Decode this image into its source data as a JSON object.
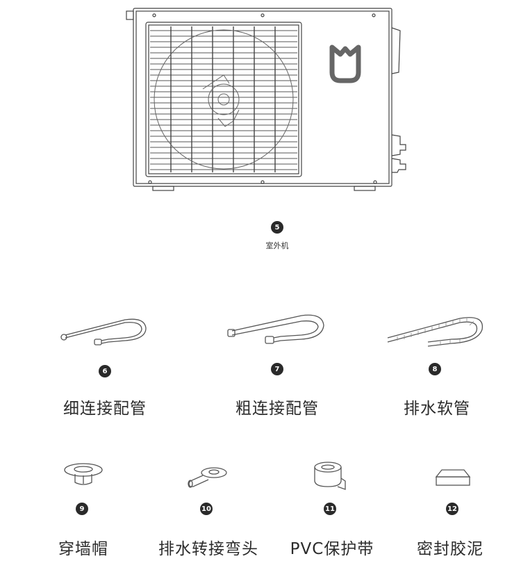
{
  "outdoor_unit": {
    "badge": "5",
    "label": "室外机",
    "logo": "mi-logo-icon"
  },
  "accessories": [
    {
      "badge": "6",
      "label": "细连接配管",
      "icon": "thin-pipe-icon"
    },
    {
      "badge": "7",
      "label": "粗连接配管",
      "icon": "thick-pipe-icon"
    },
    {
      "badge": "8",
      "label": "排水软管",
      "icon": "drain-hose-icon"
    },
    {
      "badge": "9",
      "label": "穿墙帽",
      "icon": "wall-cap-icon"
    },
    {
      "badge": "10",
      "label": "排水转接弯头",
      "icon": "drain-elbow-icon"
    },
    {
      "badge": "11",
      "label": "PVC保护带",
      "icon": "pvc-tape-icon"
    },
    {
      "badge": "12",
      "label": "密封胶泥",
      "icon": "sealing-putty-icon"
    }
  ]
}
